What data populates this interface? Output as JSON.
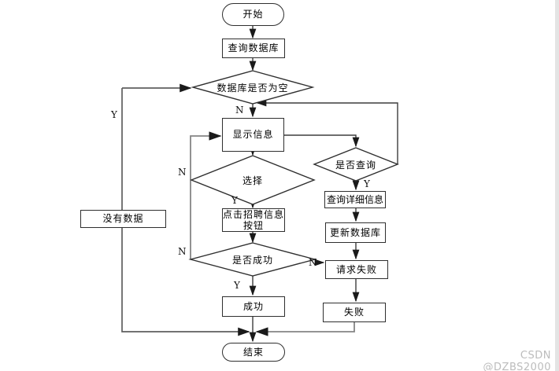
{
  "flowchart": {
    "nodes": {
      "start": "开始",
      "query_db": "查询数据库",
      "db_empty": "数据库是否为空",
      "show_info": "显示信息",
      "select": "选择",
      "click_job_button": "点击招聘信息\n按钮",
      "success_check": "是否成功",
      "success": "成功",
      "end": "结束",
      "no_data": "没有数据",
      "query_check": "是否查询",
      "query_detail": "查询详细信息",
      "update_db": "更新数据库",
      "request_fail": "请求失败",
      "fail": "失败"
    },
    "branch_labels": {
      "yes": "Y",
      "no": "N"
    }
  },
  "watermark": "CSDN @DZBS2000"
}
